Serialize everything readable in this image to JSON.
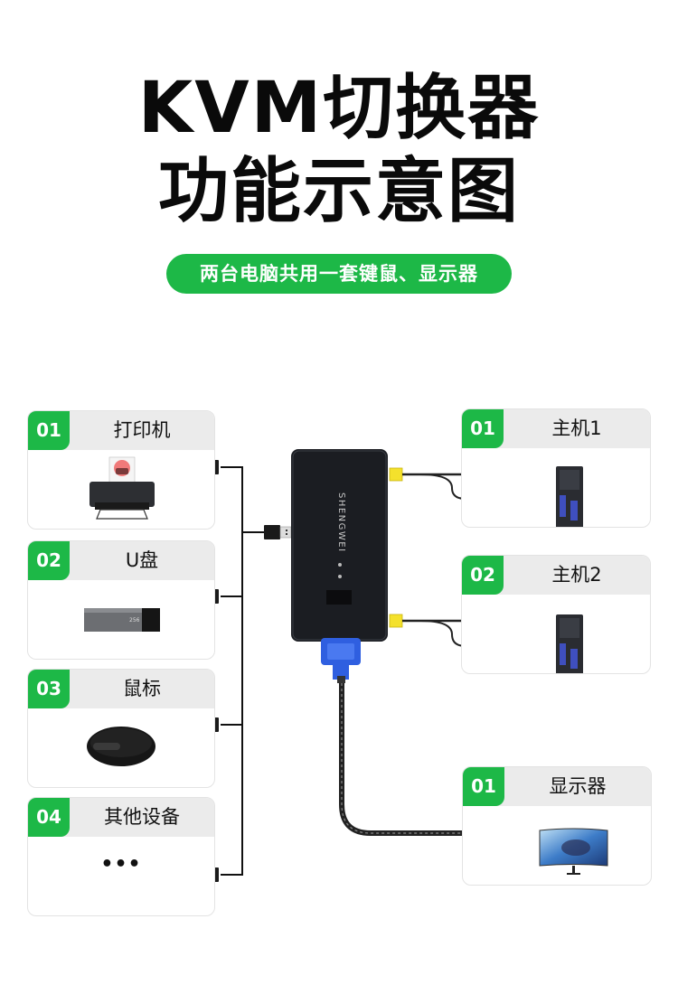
{
  "title": {
    "line1": "KVM切换器",
    "line2": "功能示意图"
  },
  "subtitle": "两台电脑共用一套键鼠、显示器",
  "colors": {
    "accent_green": "#1db847",
    "header_gray": "#ebebeb",
    "vga_blue": "#2f5fe0",
    "dvi_yellow": "#f4e12c",
    "device_black": "#1b1d22"
  },
  "switch_device": {
    "brand": "SHENGWEI"
  },
  "left_devices": [
    {
      "number": "01",
      "label": "打印机",
      "icon": "printer-icon"
    },
    {
      "number": "02",
      "label": "U盘",
      "icon": "usb-flash-drive-icon"
    },
    {
      "number": "03",
      "label": "鼠标",
      "icon": "mouse-icon"
    },
    {
      "number": "04",
      "label": "其他设备",
      "icon": "more-icon",
      "body_text": "•••"
    }
  ],
  "hosts": [
    {
      "number": "01",
      "label": "主机1",
      "icon": "pc-tower-icon"
    },
    {
      "number": "02",
      "label": "主机2",
      "icon": "pc-tower-icon"
    }
  ],
  "display": {
    "number": "01",
    "label": "显示器",
    "icon": "monitor-icon"
  }
}
